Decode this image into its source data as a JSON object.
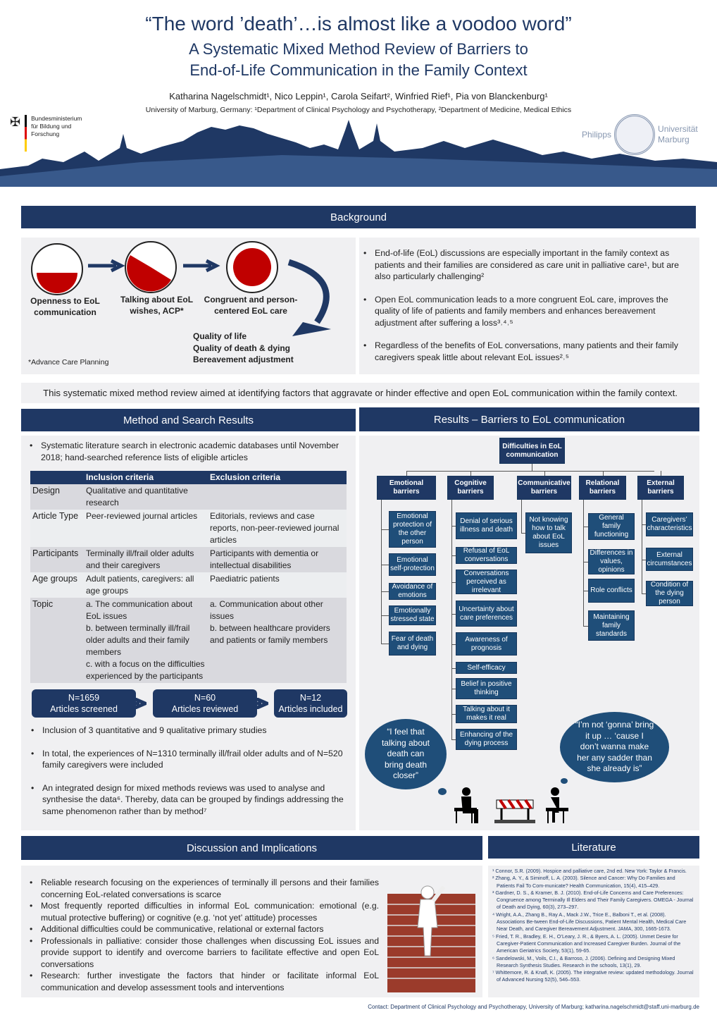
{
  "header": {
    "title": "“The word ’death’…is almost like a voodoo word”",
    "subtitle1": "A Systematic Mixed Method Review of Barriers to",
    "subtitle2": "End-of-Life Communication in the Family Context",
    "authors": "Katharina Nagelschmidt¹, Nico Leppin¹, Carola Seifart², Winfried Rief¹, Pia von Blanckenburg¹",
    "affiliation": "University of Marburg, Germany: ¹Department of Clinical Psychology and Psychotherapy, ²Department of Medicine, Medical Ethics",
    "logo_left": "Bundesministerium für Bildung und Forschung",
    "logo_right_1": "Philipps",
    "logo_right_2": "Universität",
    "logo_right_3": "Marburg"
  },
  "background": {
    "title": "Background",
    "steps": [
      "Openness to EoL communication",
      "Talking about EoL wishes, ACP*",
      "Congruent and person-centered EoL care"
    ],
    "outcomes": [
      "Quality of life",
      "Quality of death & dying",
      "Bereavement adjustment"
    ],
    "footnote": "*Advance Care Planning",
    "bullets": [
      "End-of-life (EoL) discussions are especially important in the family context as patients and their families are considered as care unit in palliative care¹, but are also particularly challenging²",
      "Open EoL communication leads to a more congruent EoL care, improves the quality of life of patients and family members and enhances bereavement adjustment after suffering a loss³˒⁴˒⁵",
      "Regardless of the benefits of EoL conversations, many patients and their family caregivers speak little about relevant EoL issues²˒⁵"
    ]
  },
  "aim": "This systematic mixed method review aimed at identifying factors that aggravate or hinder effective and open EoL communication within the family context.",
  "method": {
    "title": "Method and Search Results",
    "intro": "Systematic literature search in electronic academic databases until November 2018; hand-searched reference lists of eligible articles",
    "table": {
      "headers": [
        "",
        "Inclusion criteria",
        "Exclusion criteria"
      ],
      "rows": [
        [
          "Design",
          "Qualitative and quantitative research",
          ""
        ],
        [
          "Article Type",
          "Peer-reviewed journal articles",
          "Editorials, reviews and case reports, non-peer-reviewed journal articles"
        ],
        [
          "Participants",
          "Terminally ill/frail older adults and their caregivers",
          "Participants with dementia or intellectual disabilities"
        ],
        [
          "Age groups",
          "Adult patients, caregivers: all age groups",
          "Paediatric patients"
        ],
        [
          "Topic",
          "a. The communication about EoL issues\nb. between terminally ill/frail older adults and their family members\nc. with a focus on the difficulties experienced by the participants",
          "a. Communication about other issues\nb. between healthcare providers and patients or family members"
        ]
      ]
    },
    "flow": [
      {
        "n": "N=1659",
        "label": "Articles screened"
      },
      {
        "n": "N=60",
        "label": "Articles reviewed"
      },
      {
        "n": "N=12",
        "label": "Articles included"
      }
    ],
    "bullets": [
      "Inclusion of 3 quantitative and 9 qualitative primary studies",
      "In total, the experiences of N=1310 terminally ill/frail older adults and of N=520 family caregivers were included",
      "An integrated design for mixed methods reviews was used to analyse and synthesise the data⁶. Thereby, data can be grouped by findings addressing the same phenomenon rather than by method⁷"
    ]
  },
  "results": {
    "title": "Results – Barriers to EoL communication",
    "root": "Difficulties in EoL communication",
    "categories": [
      {
        "name": "Emotional barriers",
        "items": [
          "Emotional protection of the other person",
          "Emotional self-protection",
          "Avoidance of emotions",
          "Emotionally stressed state",
          "Fear of death and dying"
        ]
      },
      {
        "name": "Cognitive barriers",
        "items": [
          "Denial of serious illness and death",
          "Refusal of EoL conversations",
          "Conversations perceived as irrelevant",
          "Uncertainty about care preferences",
          "Awareness of prognosis",
          "Self-efficacy",
          "Belief in positive thinking",
          "Talking about it makes it real",
          "Enhancing of the dying process"
        ]
      },
      {
        "name": "Communicative barriers",
        "items": [
          "Not knowing how to talk about EoL issues"
        ]
      },
      {
        "name": "Relational barriers",
        "items": [
          "General family functioning",
          "Differences in values, opinions",
          "Role conflicts",
          "Maintaining family standards"
        ]
      },
      {
        "name": "External barriers",
        "items": [
          "Caregivers’ characteristics",
          "External circumstances",
          "Condition of the dying person"
        ]
      }
    ],
    "quote_left": "“I feel that talking about death can bring death closer”",
    "quote_right": "“I’m not ‘gonna’ bring it up … ‘cause I don’t wanna make her any sadder than she already is”"
  },
  "discussion": {
    "title": "Discussion and Implications",
    "bullets": [
      "Reliable research focusing on the experiences of terminally ill persons and their families concerning EoL-related conversations is scarce",
      "Most frequently reported difficulties in informal EoL communication: emotional (e.g. mutual protective buffering) or cognitive (e.g. ‘not yet’ attitude) processes",
      "Additional difficulties could be communicative, relational or external factors",
      "Professionals in palliative: consider those challenges when discussing EoL issues and provide support to identify and overcome barriers to facilitate effective and open EoL conversations",
      "Research: further investigate the factors that hinder or facilitate informal EoL communication and develop assessment tools and interventions"
    ]
  },
  "literature": {
    "title": "Literature",
    "refs": [
      "¹ Connor, S.R. (2009). Hospice and palliative care, 2nd ed. New York: Taylor & Francis.",
      "² Zhang, A. Y., & Siminoff, L. A. (2003). Silence and Cancer: Why Do Families and Patients Fail To Com-municate? Health Communication, 15(4), 415–429.",
      "³ Gardner, D. S., & Kramer, B. J. (2010). End-of-Life Concerns and Care Preferences: Congruence among Terminally Ill Elders and Their Family Caregivers. OMEGA - Journal of Death and Dying, 60(3), 273–297.",
      "⁴ Wright, A.A., Zhang B., Ray A., Mack J.W., Trice E., Balboni T., et al. (2008). Associations Be-tween End-of-Life Discussions, Patient Mental Health, Medical Care Near Death, and Caregiver Bereavement Adjustment. JAMA, 300, 1665-1673.",
      "⁵ Fried, T. R., Bradley, E. H., O’Leary, J. R., & Byers, A. L. (2005). Unmet Desire for Caregiver-Patient Communication and Increased Caregiver Burden. Journal of the American Geriatrics Society, 53(1), 59-65.",
      "⁶ Sandelowski, M., Voils, C.I., & Barroso, J. (2006). Defining and Designing Mixed Research Synthesis Studies. Research in the schools, 13(1), 29.",
      "⁷ Whittemore, R. & Knafl, K. (2005). The integrative review: updated methodology. Journal of Advanced Nursing 52(5), 546–553."
    ]
  },
  "contact": "Contact: Department of Clinical Psychology and Psychotherapy, University of Marburg; katharina.nagelschmidt@staff.uni-marburg.de"
}
